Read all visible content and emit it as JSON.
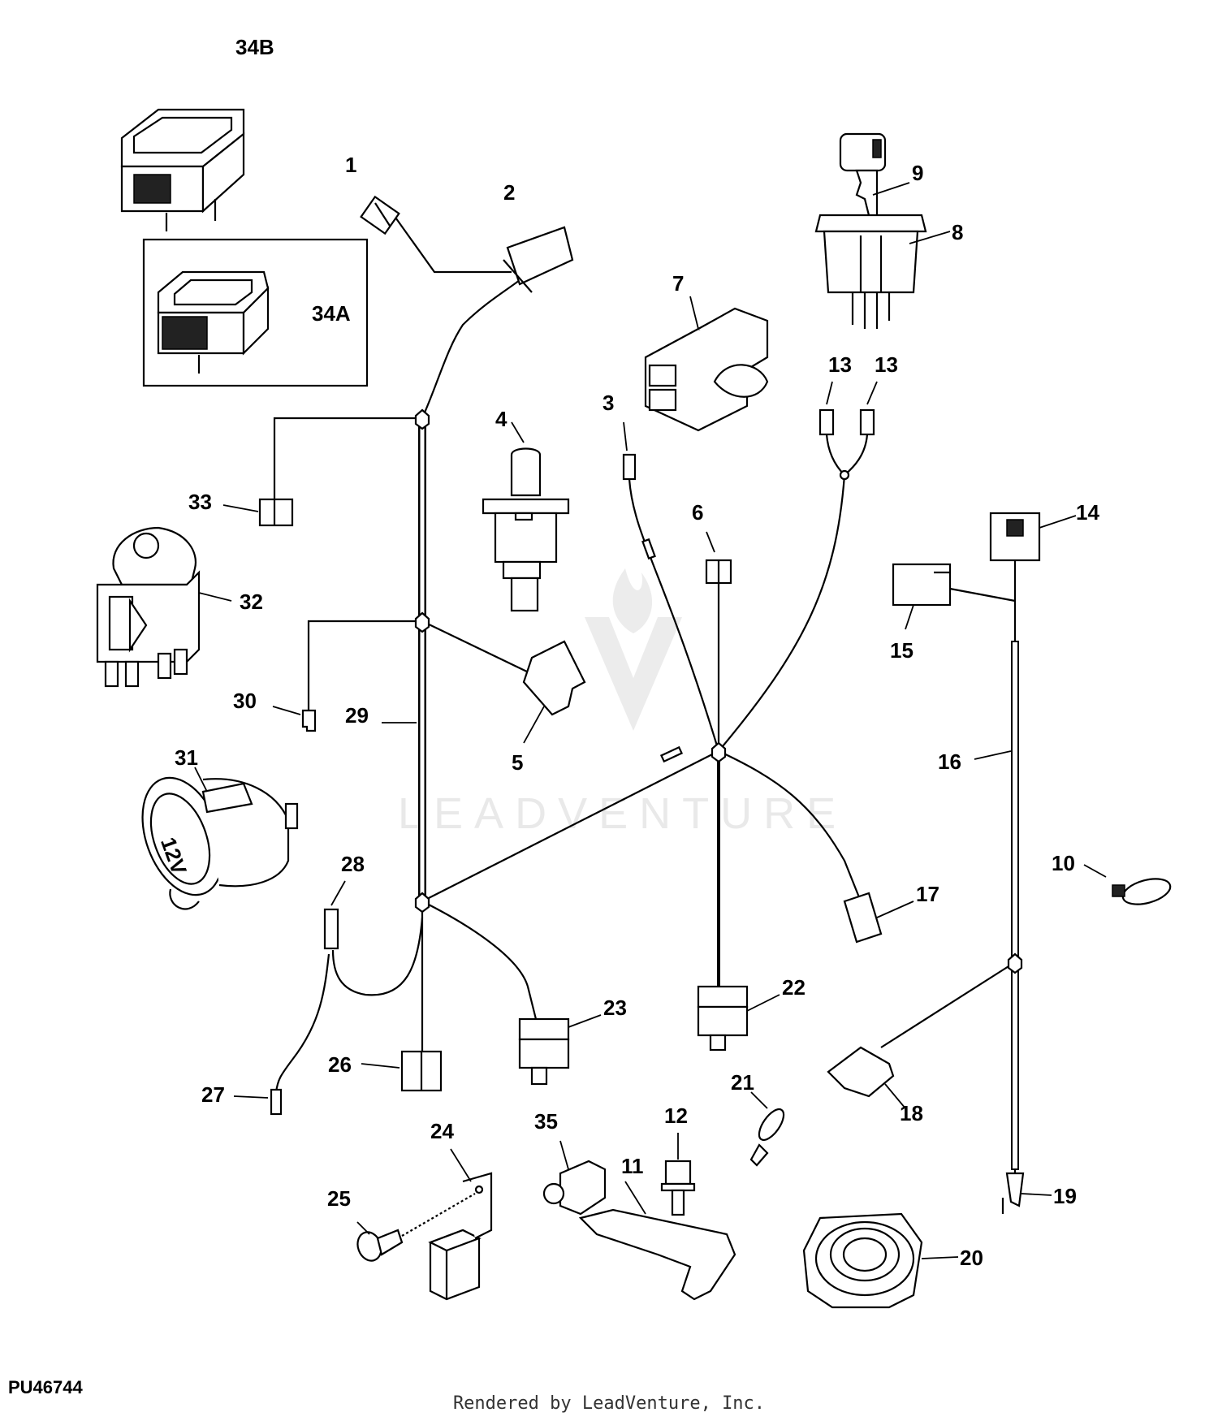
{
  "watermark": "LEADVENTURE",
  "doc_id": "PU46744",
  "render_credit": "Rendered by LeadVenture, Inc.",
  "callouts": {
    "c1": "1",
    "c2": "2",
    "c3": "3",
    "c4": "4",
    "c5": "5",
    "c6": "6",
    "c7": "7",
    "c8": "8",
    "c9": "9",
    "c10": "10",
    "c11": "11",
    "c12": "12",
    "c13a": "13",
    "c13b": "13",
    "c14": "14",
    "c15": "15",
    "c16": "16",
    "c17": "17",
    "c18": "18",
    "c19": "19",
    "c20": "20",
    "c21": "21",
    "c22": "22",
    "c23": "23",
    "c24": "24",
    "c25": "25",
    "c26": "26",
    "c27": "27",
    "c28": "28",
    "c29": "29",
    "c30": "30",
    "c31": "31",
    "c32": "32",
    "c33": "33",
    "c34a": "34A",
    "c34b": "34B",
    "c35": "35"
  },
  "outlet_text": "12V"
}
